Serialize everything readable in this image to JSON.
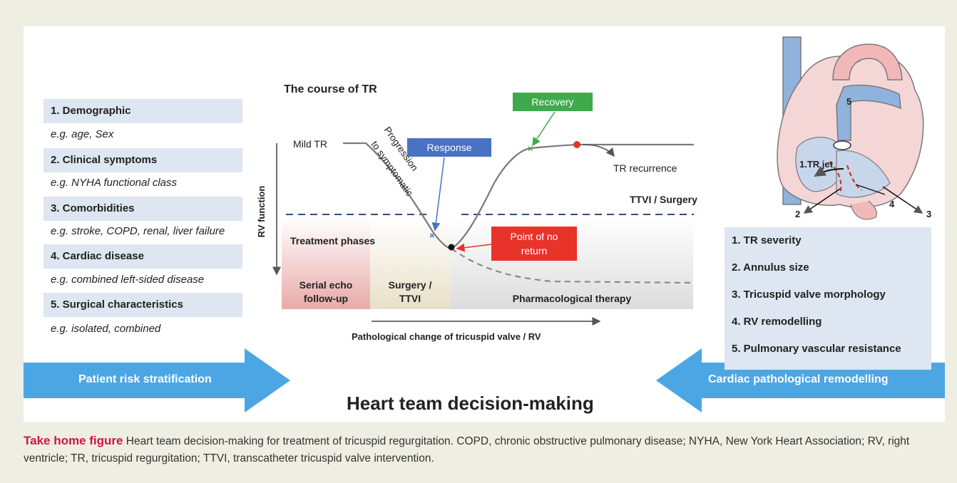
{
  "left_factors": [
    {
      "title": "1. Demographic",
      "example": "e.g. age, Sex"
    },
    {
      "title": "2. Clinical symptoms",
      "example": "e.g. NYHA functional class"
    },
    {
      "title": "3. Comorbidities",
      "example": "e.g. stroke, COPD, renal, liver failure"
    },
    {
      "title": "4. Cardiac disease",
      "example": "e.g. combined left-sided disease"
    },
    {
      "title": "5. Surgical characteristics",
      "example": "e.g. isolated, combined"
    }
  ],
  "arrows": {
    "left": "Patient risk stratification",
    "right": "Cardiac pathological remodelling",
    "center": "Heart team decision-making"
  },
  "course": {
    "title": "The course of TR",
    "y_axis": "RV function",
    "x_axis": "Pathological change of tricuspid valve / RV",
    "mild_tr": "Mild TR",
    "progression_line1": "Progression",
    "progression_line2": "to symptomatic",
    "response": "Response",
    "recovery": "Recovery",
    "point_no_return_line1": "Point of no",
    "point_no_return_line2": "return",
    "tr_recurrence": "TR recurrence",
    "ttvi_surgery": "TTVI / Surgery",
    "treatment_phases": "Treatment phases",
    "phase1_line1": "Serial echo",
    "phase1_line2": "follow-up",
    "phase2_line1": "Surgery /",
    "phase2_line2": "TTVI",
    "phase3": "Pharmacological therapy",
    "colors": {
      "response": "#4a72c4",
      "recovery": "#3eaa4c",
      "no_return": "#e8332a",
      "phase1": "#e8b2b0",
      "phase2": "#ece6d2",
      "phase3": "#e6e6e6"
    }
  },
  "heart": {
    "label_jet": "1.TR jet",
    "label_2": "2",
    "label_3": "3",
    "label_4": "4",
    "label_5": "5"
  },
  "right_factors": [
    "1. TR severity",
    "2. Annulus size",
    "3. Tricuspid valve morphology",
    "4. RV remodelling",
    "5. Pulmonary vascular resistance"
  ],
  "caption": {
    "lead": "Take home figure",
    "text": " Heart team decision-making for treatment of tricuspid regurgitation. COPD, chronic obstructive pulmonary disease; NYHA, New York Heart Association; RV, right ventricle; TR, tricuspid regurgitation; TTVI, transcatheter tricuspid valve intervention."
  },
  "colors": {
    "arrow_blue": "#4da6e4",
    "box_blue": "#dde6f1"
  }
}
